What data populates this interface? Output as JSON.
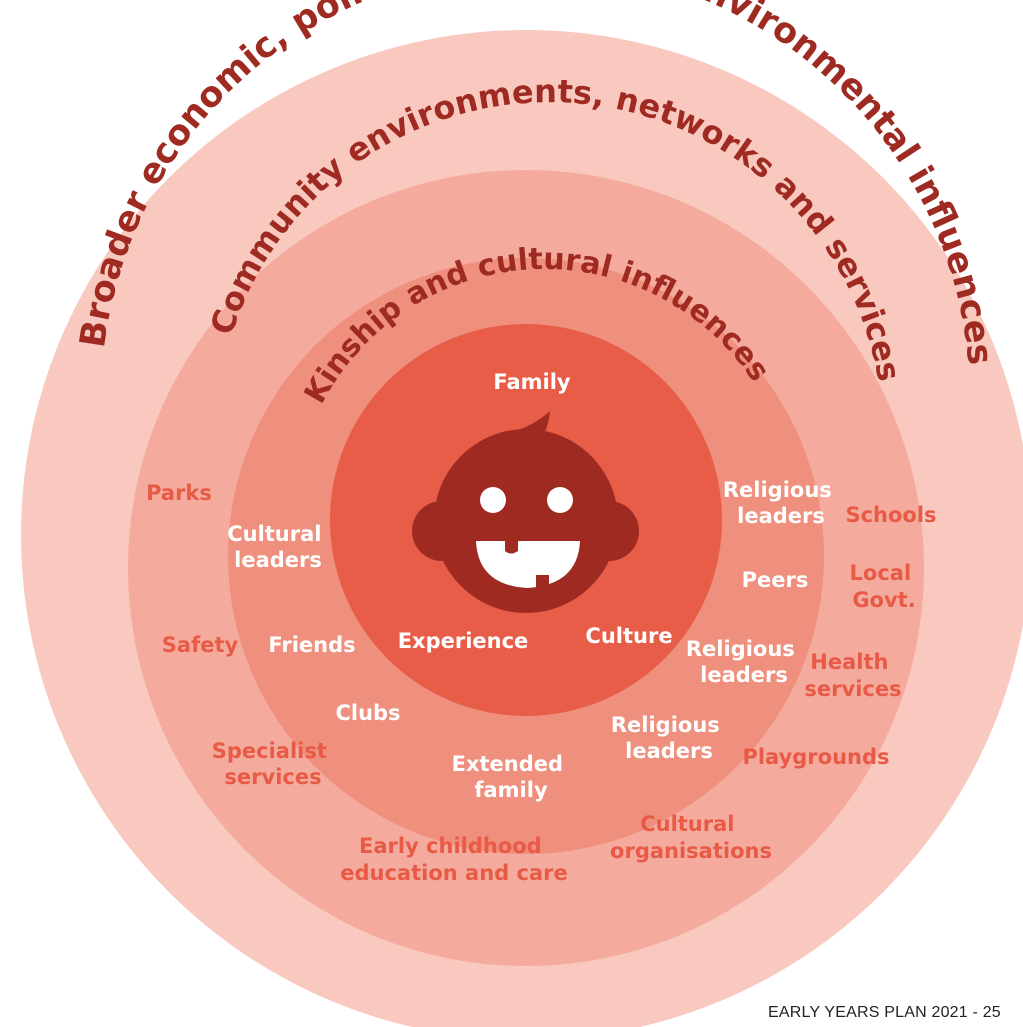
{
  "rings": {
    "outer": {
      "title": "Broader economic, political, social and environmental influences"
    },
    "community": {
      "title": "Community environments, networks and services"
    },
    "kinship": {
      "title": "Kinship and cultural influences"
    }
  },
  "colors": {
    "outer_ring": "#f9c9c0",
    "community_ring": "#f4ab9d",
    "kinship_ring": "#ef8f7d",
    "core": "#e85d47",
    "face": "#9e2a22",
    "ring_title": "#9e2a22",
    "outer_label": "#e85a45",
    "inner_label": "#ffffff"
  },
  "center": {
    "icon": "baby-face-icon",
    "labels": {
      "family": "Family",
      "experience": "Experience",
      "culture": "Culture"
    }
  },
  "kinship_labels": {
    "cultural_leaders": [
      "Cultural",
      "leaders"
    ],
    "friends": "Friends",
    "clubs": "Clubs",
    "extended_family": [
      "Extended",
      "family"
    ],
    "religious_leaders_bottom": [
      "Religious",
      "leaders"
    ],
    "religious_leaders_right": [
      "Religious",
      "leaders"
    ],
    "peers": "Peers",
    "religious_leaders_top": [
      "Religious",
      "leaders"
    ]
  },
  "community_labels": {
    "parks": "Parks",
    "safety": "Safety",
    "specialist_services": [
      "Specialist",
      "services"
    ],
    "early_childhood": [
      "Early childhood",
      "education and care"
    ],
    "cultural_organisations": [
      "Cultural",
      "organisations"
    ],
    "playgrounds": "Playgrounds",
    "health_services": [
      "Health",
      "services"
    ],
    "local_govt": [
      "Local",
      "Govt."
    ],
    "schools": "Schools"
  },
  "footer": {
    "text": "EARLY YEARS PLAN  2021 - 25"
  }
}
